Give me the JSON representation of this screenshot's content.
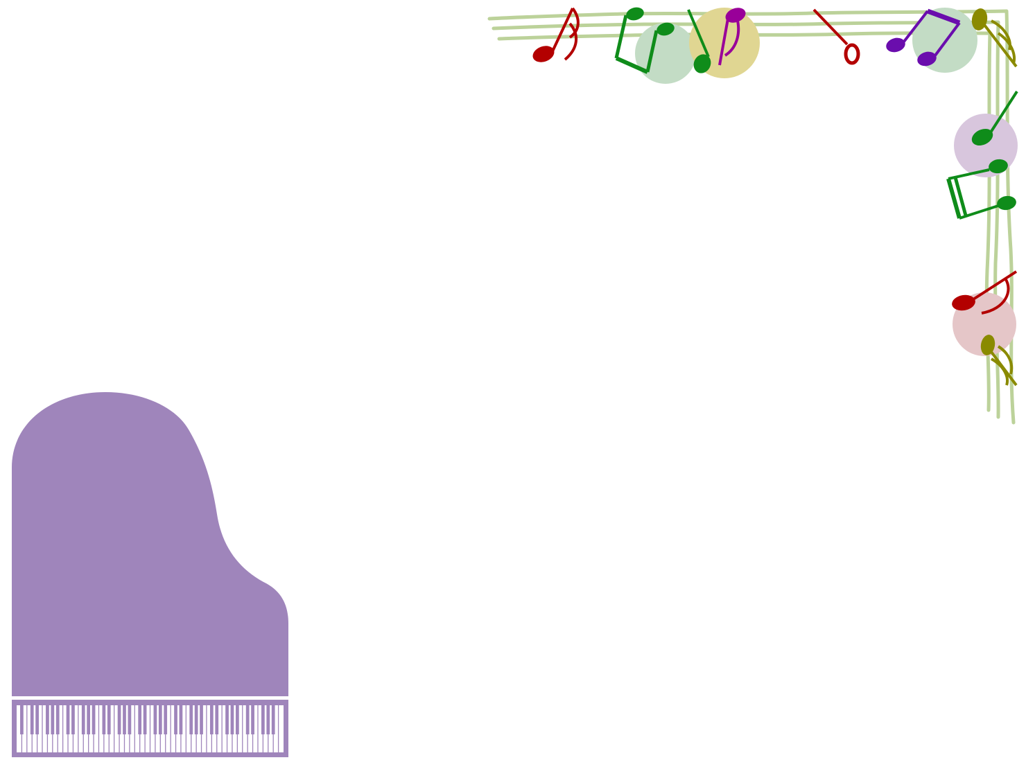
{
  "slide": {
    "background": "#ffffff"
  },
  "piano": {
    "body_color": "#9f85bb",
    "keyboard": {
      "frame_color": "#9f85bb",
      "white_key_color": "#ffffff",
      "black_key_color": "#9f85bb"
    }
  },
  "staff_border": {
    "line_color": "#bcd29a",
    "line_count": 3,
    "shape": "corner frame along top edge and right edge"
  },
  "circles": [
    {
      "name": "circle-mint",
      "color": "#c3dcc5"
    },
    {
      "name": "circle-yellow",
      "color": "#e0d692"
    },
    {
      "name": "circle-mint-right",
      "color": "#c3dcc5"
    },
    {
      "name": "circle-lavender",
      "color": "#d8c6dd"
    },
    {
      "name": "circle-pink",
      "color": "#e5c6c8"
    }
  ],
  "notes": [
    {
      "icon": "sixteenth-note-icon",
      "color": "#b30000"
    },
    {
      "icon": "beamed-eighth-notes-icon",
      "color": "#0f8c1a"
    },
    {
      "icon": "quarter-note-icon",
      "color": "#0f8c1a"
    },
    {
      "icon": "eighth-note-icon",
      "color": "#990099"
    },
    {
      "icon": "half-note-icon",
      "color": "#b30000"
    },
    {
      "icon": "beamed-eighth-notes-icon",
      "color": "#6a0dad"
    },
    {
      "icon": "sixteenth-note-icon",
      "color": "#8a8a00"
    },
    {
      "icon": "quarter-note-icon",
      "color": "#0f8c1a"
    },
    {
      "icon": "beamed-sixteenth-notes-icon",
      "color": "#0f8c1a"
    },
    {
      "icon": "eighth-note-icon",
      "color": "#b30000"
    },
    {
      "icon": "sixteenth-note-icon",
      "color": "#8a8a00"
    }
  ]
}
